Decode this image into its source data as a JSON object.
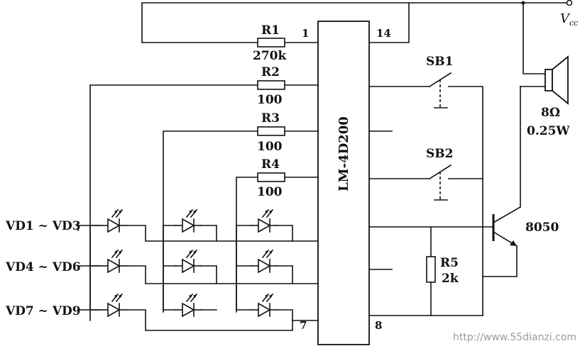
{
  "chip": {
    "name": "LM-4D200",
    "pins": {
      "p1": "1",
      "p14": "14",
      "p7": "7",
      "p8": "8"
    }
  },
  "supply": {
    "label_main": "V",
    "label_sub": "cc"
  },
  "resistors": [
    {
      "ref": "R1",
      "value": "270k"
    },
    {
      "ref": "R2",
      "value": "100"
    },
    {
      "ref": "R3",
      "value": "100"
    },
    {
      "ref": "R4",
      "value": "100"
    },
    {
      "ref": "R5",
      "value": "2k"
    }
  ],
  "switches": [
    {
      "ref": "SB1"
    },
    {
      "ref": "SB2"
    }
  ],
  "speaker": {
    "impedance": "8Ω",
    "power": "0.25W"
  },
  "transistor": {
    "part": "8050"
  },
  "led_rows": [
    {
      "label": "VD1 ~ VD3"
    },
    {
      "label": "VD4 ~ VD6"
    },
    {
      "label": "VD7 ~ VD9"
    }
  ],
  "watermark": {
    "text": "http://www.55dianzi.com"
  }
}
